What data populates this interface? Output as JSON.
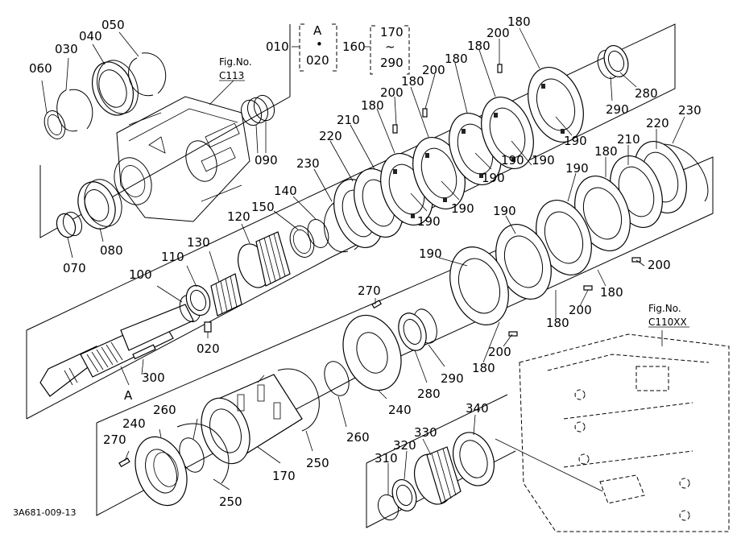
{
  "diagram": {
    "code": "3A681-009-13",
    "fig_refs": [
      {
        "title": "Fig.No.",
        "code": "C113"
      },
      {
        "title": "Fig.No.",
        "code": "C110XX"
      }
    ],
    "ranges": [
      {
        "start": "010",
        "top": "A",
        "sep": "•",
        "bottom": "020"
      },
      {
        "start": "160",
        "top": "170",
        "sep": "~",
        "bottom": "290"
      }
    ],
    "labels": {
      "p060": "060",
      "p030": "030",
      "p040": "040",
      "p050": "050",
      "p070": "070",
      "p080": "080",
      "p090": "090",
      "p100": "100",
      "p110": "110",
      "p120": "120",
      "p130": "130",
      "p140": "140",
      "p150": "150",
      "p020": "020",
      "p300": "300",
      "pA": "A",
      "p230a": "230",
      "p220a": "220",
      "p210a": "210",
      "p180a": "180",
      "p200a": "200",
      "p180b": "180",
      "p200b": "200",
      "p180c": "180",
      "p180d": "180",
      "p200c": "200",
      "p180e": "180",
      "p190a": "190",
      "p190b": "190",
      "p190c": "190",
      "p190d": "190",
      "p190e": "190",
      "p190f": "190",
      "p280a": "280",
      "p290a": "290",
      "p230b": "230",
      "p220b": "220",
      "p210b": "210",
      "p180f": "180",
      "p190g": "190",
      "p190h": "190",
      "p190i": "190",
      "p200d": "200",
      "p180g": "180",
      "p200e": "200",
      "p180h": "180",
      "p200f": "200",
      "p180i": "180",
      "p270a": "270",
      "p290b": "290",
      "p280b": "280",
      "p240a": "240",
      "p260a": "260",
      "p240b": "240",
      "p260b": "260",
      "p270b": "270",
      "p250a": "250",
      "p170": "170",
      "p250b": "250",
      "p310": "310",
      "p320": "320",
      "p330": "330",
      "p340": "340"
    }
  }
}
